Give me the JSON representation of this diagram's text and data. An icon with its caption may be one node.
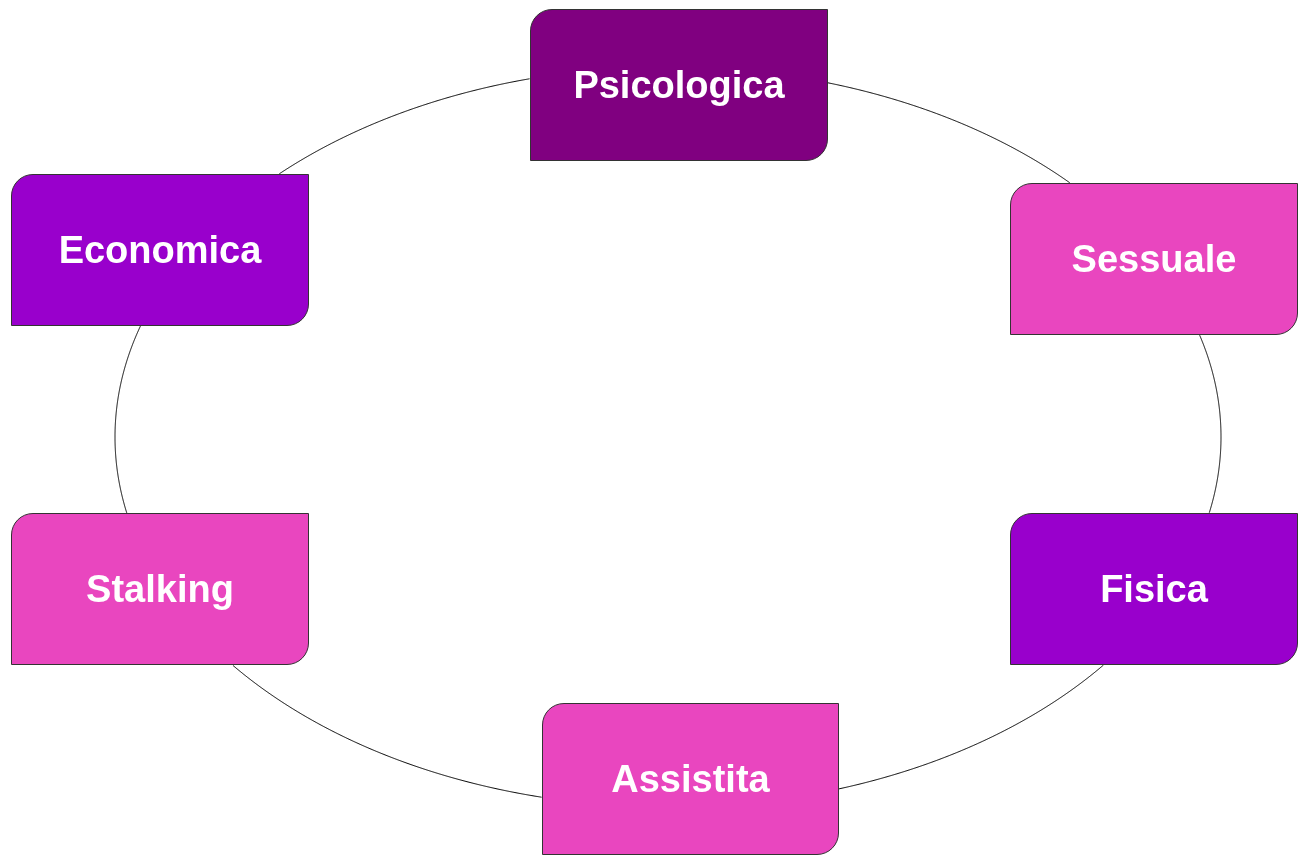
{
  "diagram": {
    "nodes": [
      {
        "text": [
          "Psicologica"
        ]
      },
      {
        "text": [
          "Sessuale"
        ]
      },
      {
        "text": [
          "Fisica"
        ]
      },
      {
        "text": [
          "Assistita"
        ]
      },
      {
        "text": [
          "Stalking"
        ]
      },
      {
        "text": [
          "Economica"
        ]
      }
    ],
    "edges": [
      {
        "from": 0,
        "to": 1,
        "arrow": "none"
      },
      {
        "from": 1,
        "to": 2,
        "arrow": "none"
      },
      {
        "from": 2,
        "to": 3,
        "arrow": "none"
      },
      {
        "from": 3,
        "to": 4,
        "arrow": "none"
      },
      {
        "from": 4,
        "to": 5,
        "arrow": "none"
      },
      {
        "from": 5,
        "to": 0,
        "arrow": "none"
      }
    ]
  }
}
